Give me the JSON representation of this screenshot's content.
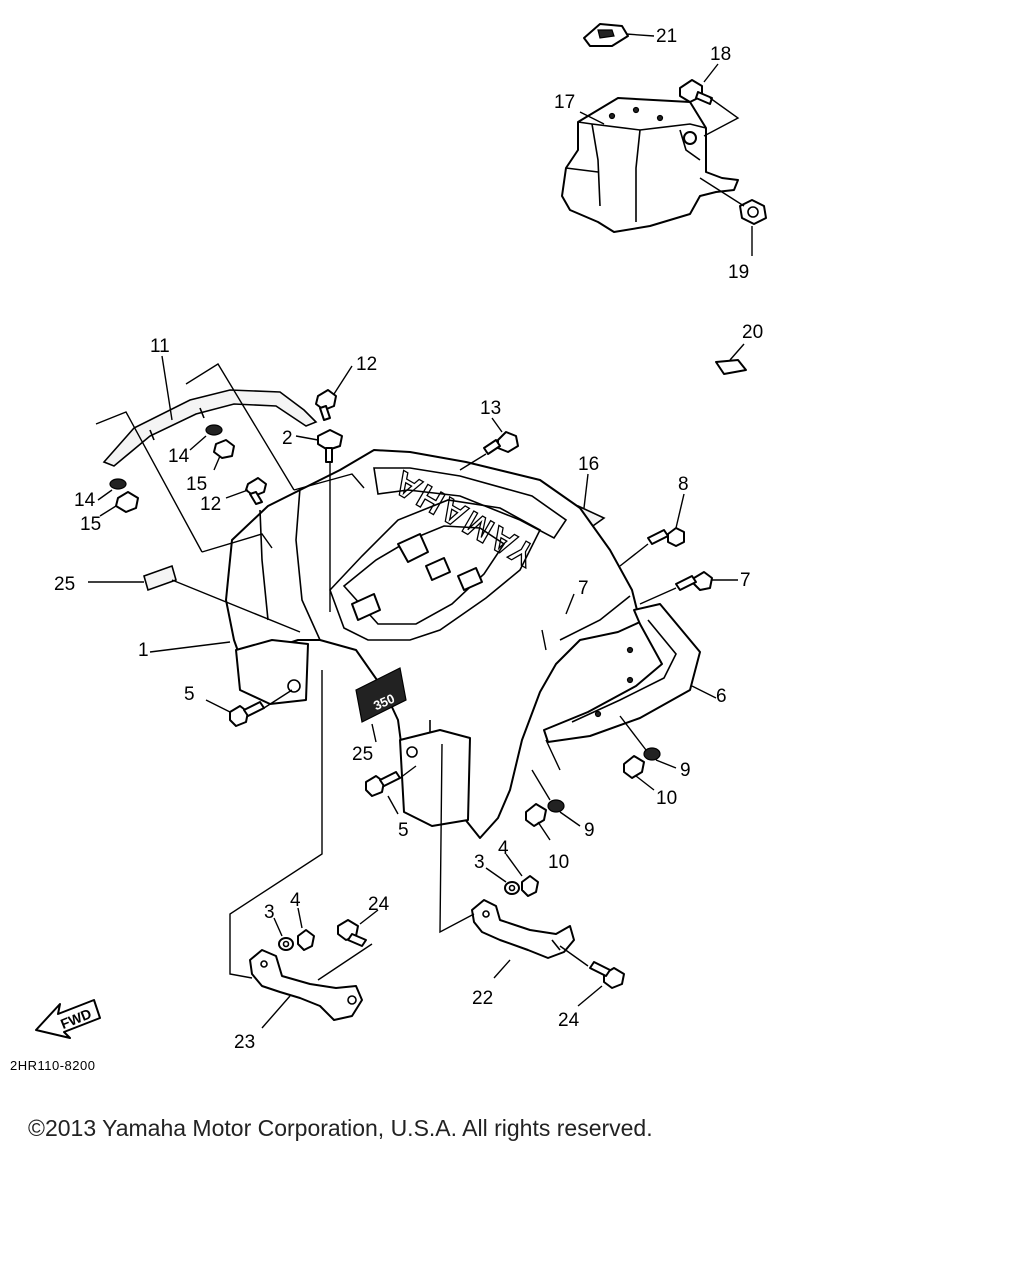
{
  "drawing_code": "2HR110-8200",
  "copyright": "©2013 Yamaha Motor Corporation, U.S.A. All rights reserved.",
  "fwd_label": "FWD",
  "brand_emboss": "YAMAHA",
  "emblem_text": "350",
  "callouts": {
    "c1": "1",
    "c2": "2",
    "c3a": "3",
    "c3b": "3",
    "c4a": "4",
    "c4b": "4",
    "c5a": "5",
    "c5b": "5",
    "c6": "6",
    "c7a": "7",
    "c7b": "7",
    "c8": "8",
    "c9a": "9",
    "c9b": "9",
    "c10a": "10",
    "c10b": "10",
    "c11": "11",
    "c12a": "12",
    "c12b": "12",
    "c13": "13",
    "c14a": "14",
    "c14b": "14",
    "c15a": "15",
    "c15b": "15",
    "c16": "16",
    "c17": "17",
    "c18": "18",
    "c19": "19",
    "c20": "20",
    "c21": "21",
    "c22": "22",
    "c23": "23",
    "c24a": "24",
    "c24b": "24",
    "c25a": "25",
    "c25b": "25"
  }
}
